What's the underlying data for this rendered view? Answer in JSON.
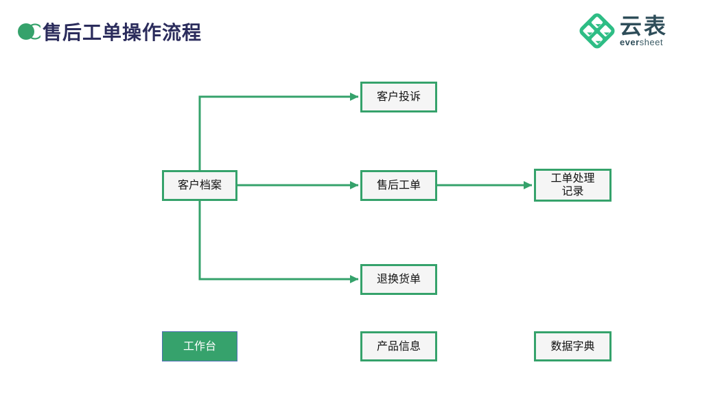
{
  "header": {
    "title": "售后工单操作流程"
  },
  "logo": {
    "brand_cn": "云表",
    "brand_en_bold": "ever",
    "brand_en_light": "sheet"
  },
  "colors": {
    "accent_green": "#35a26b",
    "logo_green": "#2ebd85",
    "title_navy": "#2b2c5c",
    "logo_teal": "#2e4d59",
    "node_fill": "#f5f5f5",
    "workbench_fill": "#36a26c",
    "workbench_border": "#4e6fb3"
  },
  "flowchart": {
    "nodes": [
      {
        "id": "customer-complaint",
        "label": "客户投诉",
        "style": "outlined"
      },
      {
        "id": "customer-file",
        "label": "客户档案",
        "style": "outlined"
      },
      {
        "id": "aftersales-ticket",
        "label": "售后工单",
        "style": "outlined"
      },
      {
        "id": "ticket-process-record",
        "label": "工单处理\n记录",
        "style": "outlined"
      },
      {
        "id": "return-exchange-order",
        "label": "退换货单",
        "style": "outlined"
      },
      {
        "id": "workbench",
        "label": "工作台",
        "style": "filled-green"
      },
      {
        "id": "product-info",
        "label": "产品信息",
        "style": "outlined"
      },
      {
        "id": "data-dictionary",
        "label": "数据字典",
        "style": "outlined"
      }
    ],
    "edges": [
      {
        "from": "customer-file",
        "to": "customer-complaint"
      },
      {
        "from": "customer-file",
        "to": "aftersales-ticket"
      },
      {
        "from": "customer-file",
        "to": "return-exchange-order"
      },
      {
        "from": "aftersales-ticket",
        "to": "ticket-process-record"
      }
    ]
  }
}
